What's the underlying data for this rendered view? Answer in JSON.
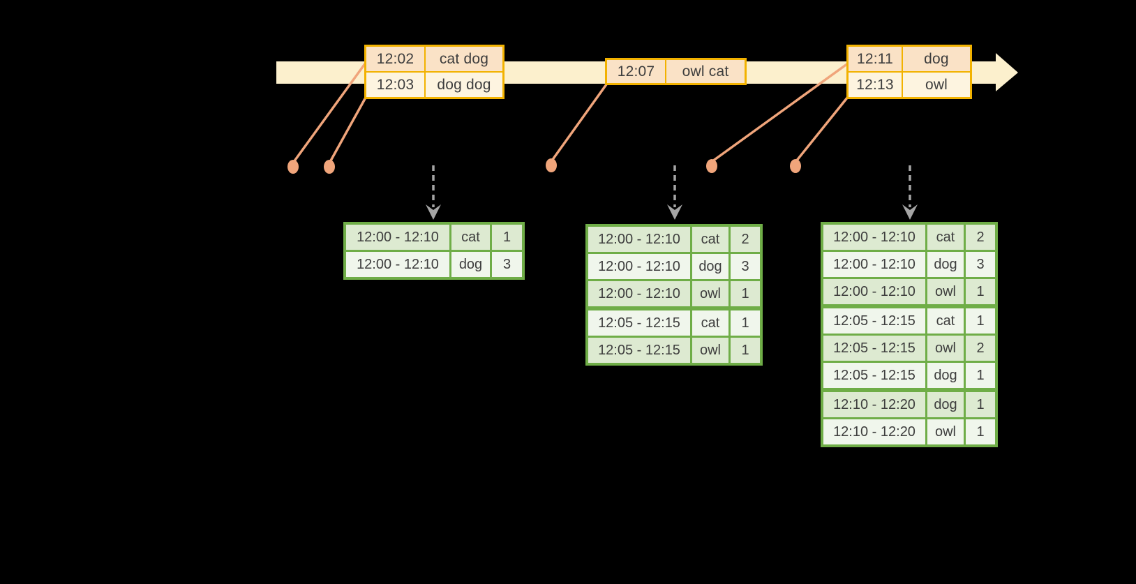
{
  "palette": {
    "background": "#000000",
    "timeline_band": "#FCF0CD",
    "event_box_border": "#F2B200",
    "event_fill_peach": "#FAE2C6",
    "event_fill_cream": "#FDF4E0",
    "connector_salmon": "#F0A57B",
    "trigger_arrow_gray": "#A5A5A5",
    "table_border_green": "#6FAD47",
    "table_fill_dark": "#DDEAD1",
    "table_fill_light": "#F0F6EC",
    "text": "#3D3D3D"
  },
  "timeline": {
    "events": [
      {
        "time": "12:02",
        "words": "cat dog"
      },
      {
        "time": "12:03",
        "words": "dog dog"
      },
      {
        "time": "12:07",
        "words": "owl cat"
      },
      {
        "time": "12:11",
        "words": "dog"
      },
      {
        "time": "12:13",
        "words": "owl"
      }
    ]
  },
  "result_tables": [
    {
      "rows": [
        {
          "window": "12:00 - 12:10",
          "word": "cat",
          "count": "1"
        },
        {
          "window": "12:00 - 12:10",
          "word": "dog",
          "count": "3"
        }
      ]
    },
    {
      "rows": [
        {
          "window": "12:00 - 12:10",
          "word": "cat",
          "count": "2"
        },
        {
          "window": "12:00 - 12:10",
          "word": "dog",
          "count": "3"
        },
        {
          "window": "12:00 - 12:10",
          "word": "owl",
          "count": "1"
        },
        {
          "window": "12:05 - 12:15",
          "word": "cat",
          "count": "1"
        },
        {
          "window": "12:05 - 12:15",
          "word": "owl",
          "count": "1"
        }
      ]
    },
    {
      "rows": [
        {
          "window": "12:00 - 12:10",
          "word": "cat",
          "count": "2"
        },
        {
          "window": "12:00 - 12:10",
          "word": "dog",
          "count": "3"
        },
        {
          "window": "12:00 - 12:10",
          "word": "owl",
          "count": "1"
        },
        {
          "window": "12:05 - 12:15",
          "word": "cat",
          "count": "1"
        },
        {
          "window": "12:05 - 12:15",
          "word": "owl",
          "count": "2"
        },
        {
          "window": "12:05 - 12:15",
          "word": "dog",
          "count": "1"
        },
        {
          "window": "12:10 - 12:20",
          "word": "dog",
          "count": "1"
        },
        {
          "window": "12:10 - 12:20",
          "word": "owl",
          "count": "1"
        }
      ]
    }
  ]
}
